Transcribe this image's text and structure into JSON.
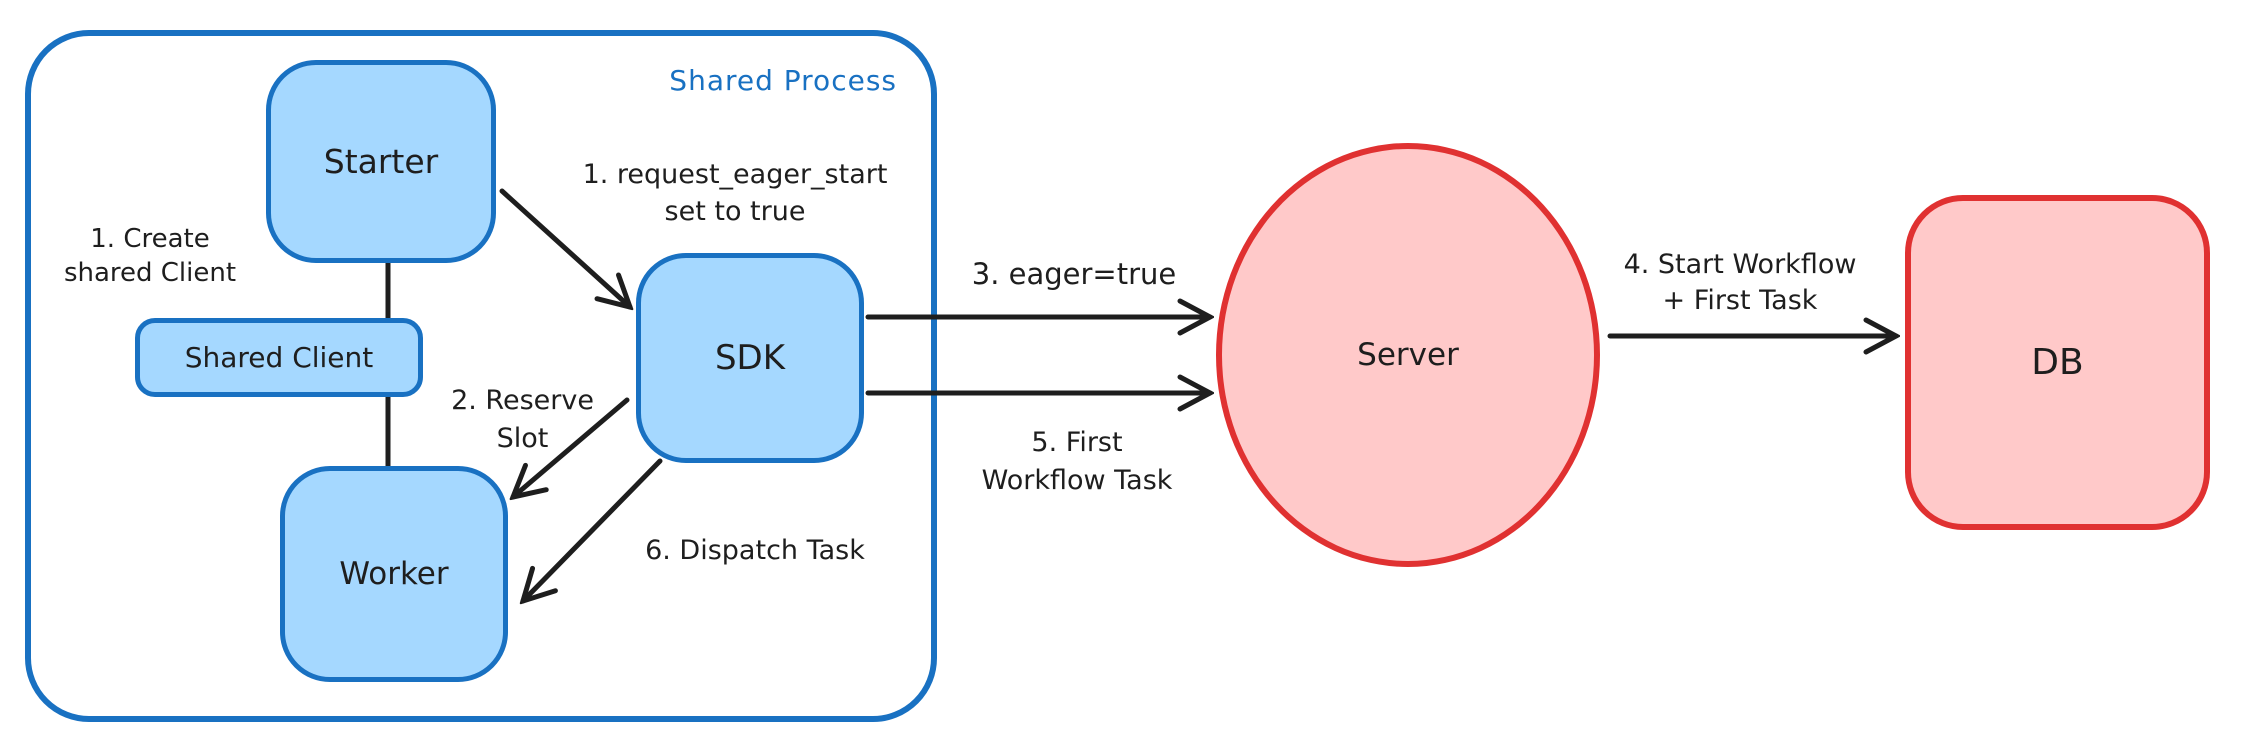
{
  "diagram": {
    "container_label": "Shared Process",
    "nodes": {
      "starter": {
        "label": "Starter"
      },
      "shared_client": {
        "label": "Shared Client"
      },
      "worker": {
        "label": "Worker"
      },
      "sdk": {
        "label": "SDK"
      },
      "server": {
        "label": "Server"
      },
      "db": {
        "label": "DB"
      }
    },
    "annotations": {
      "create_shared_client": "1. Create\nshared Client",
      "request_eager_start": "1. request_eager_start\nset to true",
      "reserve_slot": "2. Reserve\nSlot",
      "dispatch_task": "6. Dispatch Task",
      "eager_true": "3. eager=true",
      "first_workflow_task": "5. First\nWorkflow Task",
      "start_workflow_first_task": "4. Start Workflow\n+ First Task"
    },
    "edges": [
      {
        "from": "starter",
        "to": "worker",
        "type": "line",
        "label_ref": "create_shared_client"
      },
      {
        "from": "starter",
        "to": "sdk",
        "type": "arrow",
        "label_ref": "request_eager_start"
      },
      {
        "from": "sdk",
        "to": "worker",
        "type": "arrow",
        "label_ref": "reserve_slot"
      },
      {
        "from": "sdk",
        "to": "worker",
        "type": "arrow",
        "label_ref": "dispatch_task"
      },
      {
        "from": "sdk",
        "to": "server",
        "type": "arrow",
        "label_ref": "eager_true"
      },
      {
        "from": "sdk",
        "to": "server",
        "type": "arrow",
        "label_ref": "first_workflow_task"
      },
      {
        "from": "server",
        "to": "db",
        "type": "arrow",
        "label_ref": "start_workflow_first_task"
      }
    ],
    "colors": {
      "blue_stroke": "#1971c2",
      "blue_fill": "#a5d8ff",
      "red_stroke": "#e03131",
      "red_fill": "#ffc9c9",
      "ink": "#1e1e1e",
      "background": "#ffffff"
    }
  }
}
